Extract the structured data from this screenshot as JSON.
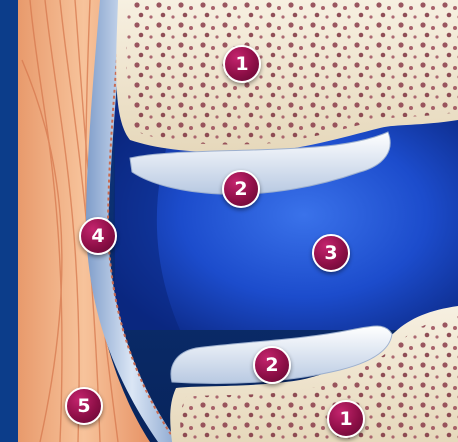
{
  "labels": [
    {
      "id": "bone-upper",
      "text": "1"
    },
    {
      "id": "cartilage-upper",
      "text": "2"
    },
    {
      "id": "synovial-fluid",
      "text": "3"
    },
    {
      "id": "synovial-membrane",
      "text": "4"
    },
    {
      "id": "muscle",
      "text": "5"
    },
    {
      "id": "cartilage-lower",
      "text": "2"
    },
    {
      "id": "bone-lower",
      "text": "1"
    }
  ],
  "colors": {
    "background": "#0b2c6e",
    "joint_cavity": "#1f4fd0",
    "bone": "#f1e7d2",
    "bone_pores": "#8a3b4a",
    "cartilage": "#e6eef8",
    "membrane": "#b9cde6",
    "muscle": "#f3b488",
    "marker": "#8e0f47"
  }
}
